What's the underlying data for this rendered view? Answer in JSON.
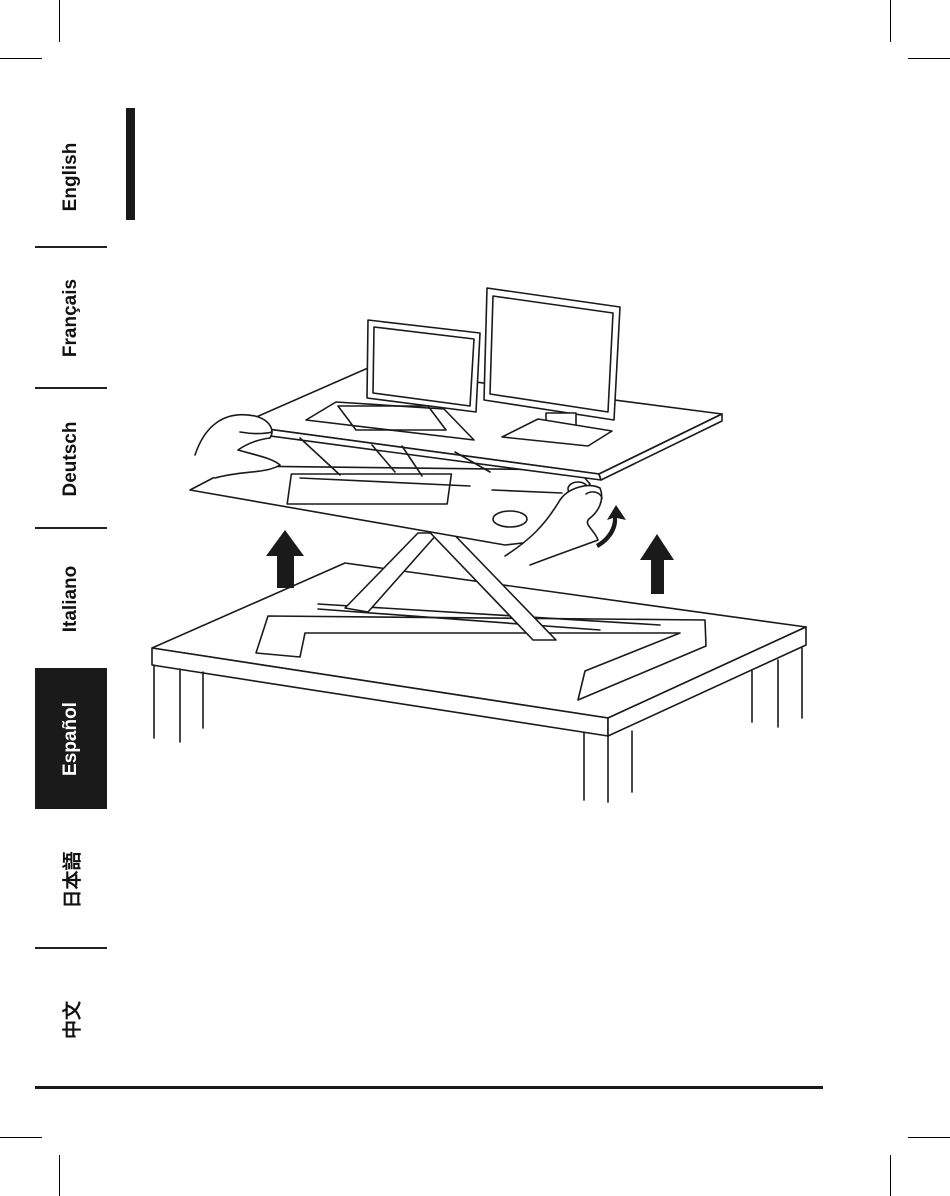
{
  "languages": [
    {
      "label": "English",
      "active": false
    },
    {
      "label": "Français",
      "active": false
    },
    {
      "label": "Deutsch",
      "active": false
    },
    {
      "label": "Italiano",
      "active": false
    },
    {
      "label": "Español",
      "active": true
    },
    {
      "label": "日本語",
      "active": false
    },
    {
      "label": "中文",
      "active": false
    }
  ],
  "colors": {
    "ink": "#1a1a1a",
    "paper": "#ffffff",
    "active_tab": "#1a1a1a"
  }
}
